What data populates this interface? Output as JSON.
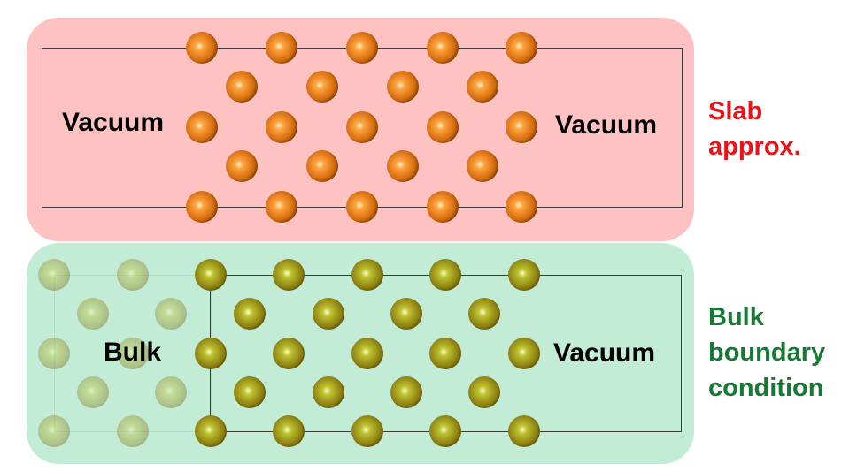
{
  "top_panel": {
    "left_label": "Vacuum",
    "right_label": "Vacuum",
    "side_label_line1": "Slab",
    "side_label_line2": "approx.",
    "side_label_color": "#e8141a",
    "background_color": "#ffc2c2",
    "atom_color": "#e07412"
  },
  "bottom_panel": {
    "left_label": "Bulk",
    "right_label": "Vacuum",
    "side_label_line1": "Bulk",
    "side_label_line2": "boundary",
    "side_label_line3": "condition",
    "side_label_color": "#167a34",
    "background_color": "#c3ecd6",
    "atom_color": "#8a8a10"
  }
}
